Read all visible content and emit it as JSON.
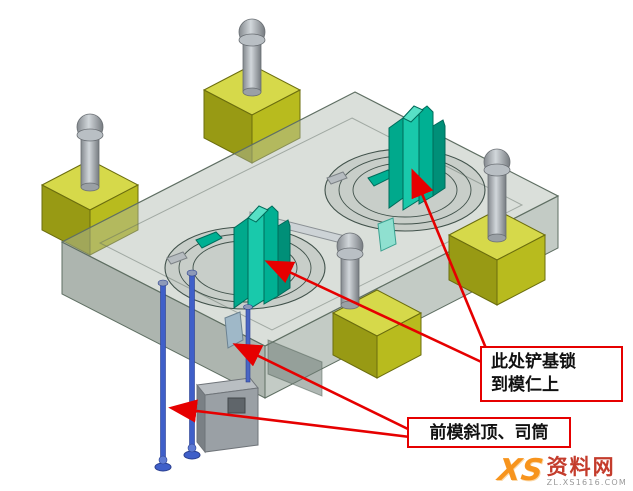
{
  "callouts": {
    "shovel_lock": {
      "line1": "此处铲基锁",
      "line2": "到模仁上"
    },
    "lifter": {
      "text": "前模斜顶、司筒"
    }
  },
  "watermark": {
    "logo": "XS",
    "site_name": "资料网",
    "site_url": "ZL.XS1616.COM"
  },
  "colors": {
    "arrow_red": "#e60000",
    "callout_border": "#e60000",
    "block_yellow_top": "#d6d94a",
    "block_yellow_side": "#a9ab1a",
    "core_teal": "#00b596",
    "rod_blue": "#3f5fc9",
    "plate_gray_green": "#aab6ac",
    "watermark_orange": "#f7941d",
    "watermark_red": "#c43c2c"
  }
}
